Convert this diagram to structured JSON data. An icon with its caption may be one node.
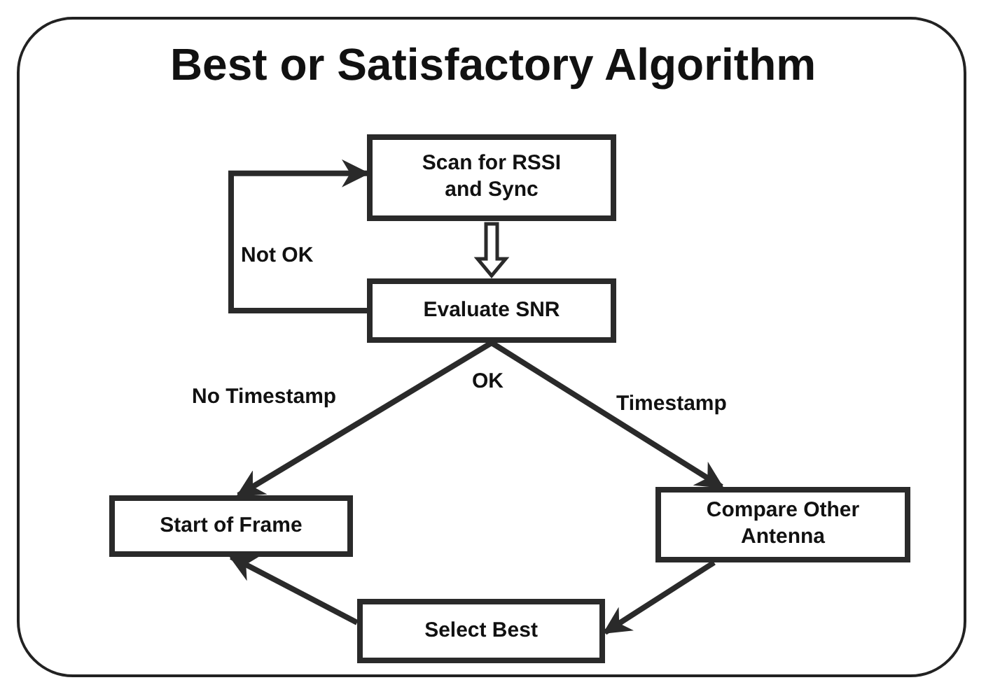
{
  "diagram": {
    "title": "Best or Satisfactory Algorithm",
    "nodes": [
      {
        "text": [
          "Scan for RSSI and Sync"
        ]
      },
      {
        "text": [
          "Evaluate SNR"
        ]
      },
      {
        "text": [
          "Start of Frame"
        ]
      },
      {
        "text": [
          "Compare Other Antenna"
        ]
      },
      {
        "text": [
          "Select Best"
        ]
      }
    ],
    "edges": [
      {
        "from": 0,
        "to": 1,
        "arrow": "to",
        "style": "thick"
      },
      {
        "from": 1,
        "to": 0,
        "arrow": "to",
        "label": "Not OK"
      },
      {
        "from": 1,
        "to": 2,
        "arrow": "to",
        "label": "No Timestamp"
      },
      {
        "from": 1,
        "to": 3,
        "arrow": "to",
        "label": "Timestamp"
      },
      {
        "from": 3,
        "to": 4,
        "arrow": "to"
      },
      {
        "from": 4,
        "to": 2,
        "arrow": "to"
      }
    ],
    "labels": [
      "OK"
    ]
  }
}
